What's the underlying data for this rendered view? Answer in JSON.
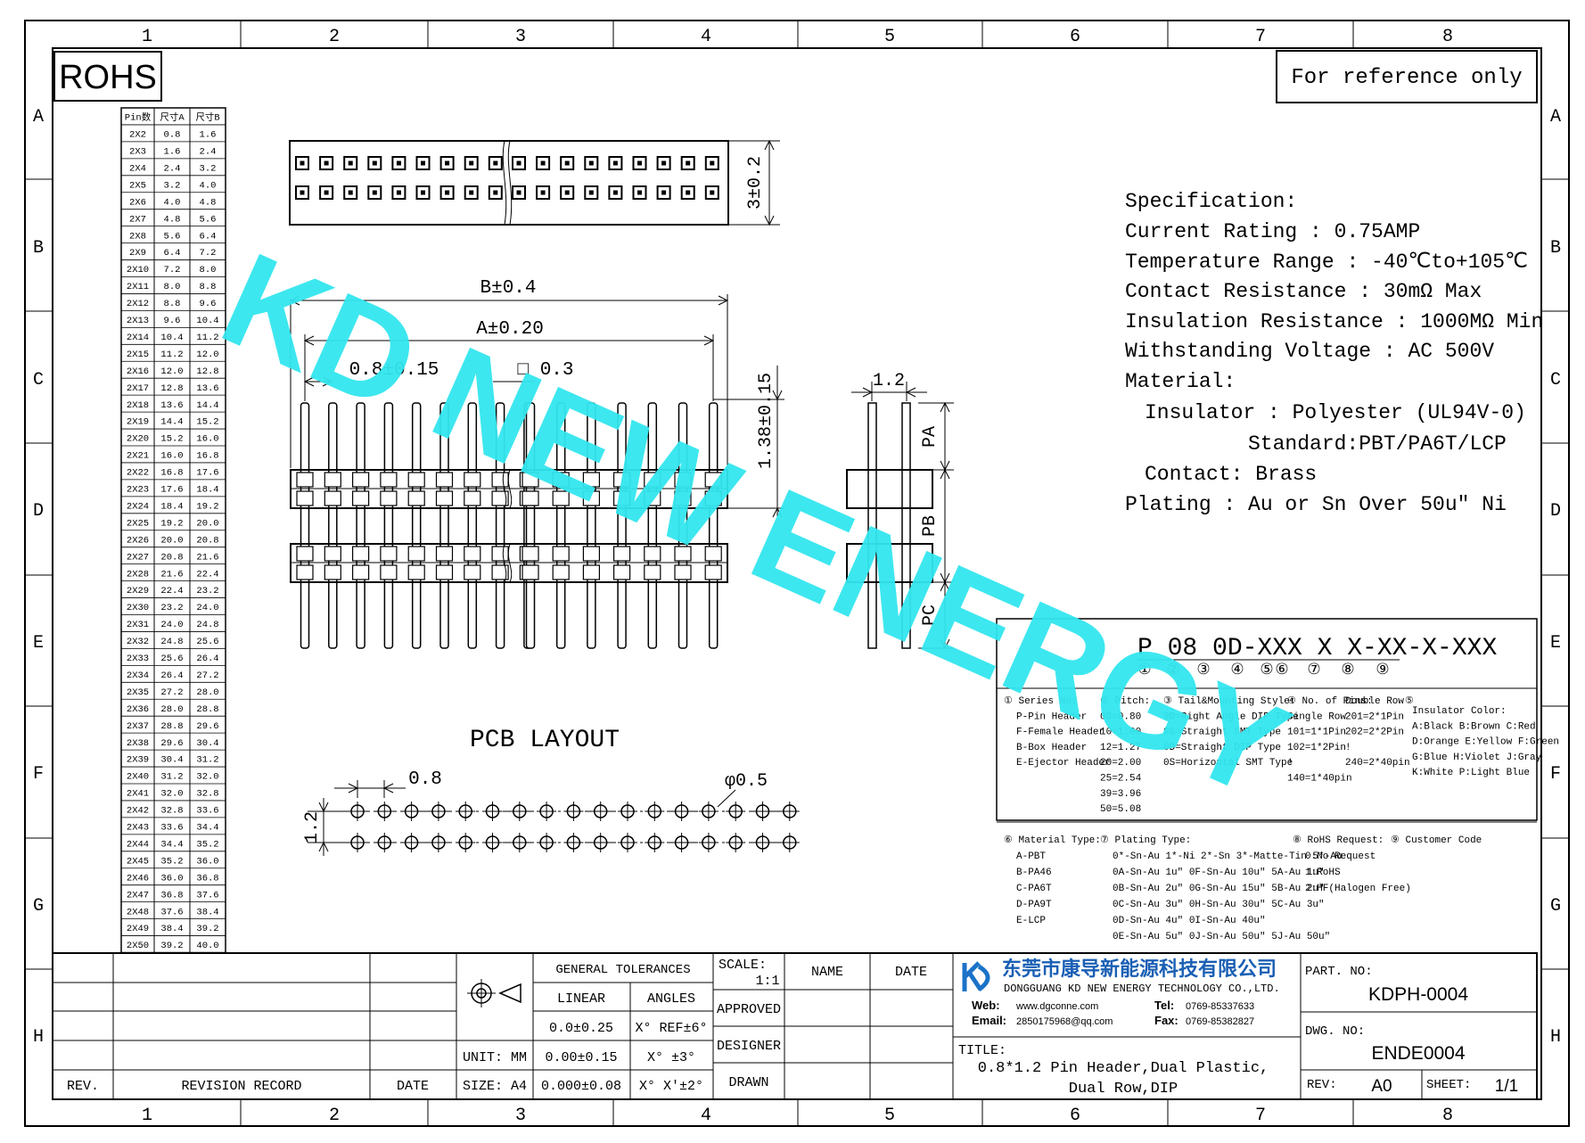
{
  "zone_columns": [
    "1",
    "2",
    "3",
    "4",
    "5",
    "6",
    "7",
    "8"
  ],
  "zone_rows": [
    "A",
    "B",
    "C",
    "D",
    "E",
    "F",
    "G",
    "H"
  ],
  "rohs_label": "ROHS",
  "reference_label": "For reference only",
  "watermark": "KD NEW ENERGY",
  "pin_table": {
    "headers": [
      "Pin数",
      "尺寸A",
      "尺寸B"
    ],
    "rows": [
      [
        "2X2",
        "0.8",
        "1.6"
      ],
      [
        "2X3",
        "1.6",
        "2.4"
      ],
      [
        "2X4",
        "2.4",
        "3.2"
      ],
      [
        "2X5",
        "3.2",
        "4.0"
      ],
      [
        "2X6",
        "4.0",
        "4.8"
      ],
      [
        "2X7",
        "4.8",
        "5.6"
      ],
      [
        "2X8",
        "5.6",
        "6.4"
      ],
      [
        "2X9",
        "6.4",
        "7.2"
      ],
      [
        "2X10",
        "7.2",
        "8.0"
      ],
      [
        "2X11",
        "8.0",
        "8.8"
      ],
      [
        "2X12",
        "8.8",
        "9.6"
      ],
      [
        "2X13",
        "9.6",
        "10.4"
      ],
      [
        "2X14",
        "10.4",
        "11.2"
      ],
      [
        "2X15",
        "11.2",
        "12.0"
      ],
      [
        "2X16",
        "12.0",
        "12.8"
      ],
      [
        "2X17",
        "12.8",
        "13.6"
      ],
      [
        "2X18",
        "13.6",
        "14.4"
      ],
      [
        "2X19",
        "14.4",
        "15.2"
      ],
      [
        "2X20",
        "15.2",
        "16.0"
      ],
      [
        "2X21",
        "16.0",
        "16.8"
      ],
      [
        "2X22",
        "16.8",
        "17.6"
      ],
      [
        "2X23",
        "17.6",
        "18.4"
      ],
      [
        "2X24",
        "18.4",
        "19.2"
      ],
      [
        "2X25",
        "19.2",
        "20.0"
      ],
      [
        "2X26",
        "20.0",
        "20.8"
      ],
      [
        "2X27",
        "20.8",
        "21.6"
      ],
      [
        "2X28",
        "21.6",
        "22.4"
      ],
      [
        "2X29",
        "22.4",
        "23.2"
      ],
      [
        "2X30",
        "23.2",
        "24.0"
      ],
      [
        "2X31",
        "24.0",
        "24.8"
      ],
      [
        "2X32",
        "24.8",
        "25.6"
      ],
      [
        "2X33",
        "25.6",
        "26.4"
      ],
      [
        "2X34",
        "26.4",
        "27.2"
      ],
      [
        "2X35",
        "27.2",
        "28.0"
      ],
      [
        "2X36",
        "28.0",
        "28.8"
      ],
      [
        "2X37",
        "28.8",
        "29.6"
      ],
      [
        "2X38",
        "29.6",
        "30.4"
      ],
      [
        "2X39",
        "30.4",
        "31.2"
      ],
      [
        "2X40",
        "31.2",
        "32.0"
      ],
      [
        "2X41",
        "32.0",
        "32.8"
      ],
      [
        "2X42",
        "32.8",
        "33.6"
      ],
      [
        "2X43",
        "33.6",
        "34.4"
      ],
      [
        "2X44",
        "34.4",
        "35.2"
      ],
      [
        "2X45",
        "35.2",
        "36.0"
      ],
      [
        "2X46",
        "36.0",
        "36.8"
      ],
      [
        "2X47",
        "36.8",
        "37.6"
      ],
      [
        "2X48",
        "37.6",
        "38.4"
      ],
      [
        "2X49",
        "38.4",
        "39.2"
      ],
      [
        "2X50",
        "39.2",
        "40.0"
      ]
    ]
  },
  "dimensions": {
    "height_top": "3±0.2",
    "b_len": "B±0.4",
    "a_len": "A±0.20",
    "pitch": "0.8±0.15",
    "pin_sq": "□ 0.3",
    "pin_h": "1.38±0.15",
    "side_pitch": "1.2",
    "pa": "PA",
    "pb": "PB",
    "pc": "PC"
  },
  "pcb": {
    "title": "PCB LAYOUT",
    "pitch": "0.8",
    "row_pitch": "1.2",
    "hole": "φ0.5"
  },
  "spec": {
    "lines": [
      "Specification:",
      "Current Rating : 0.75AMP",
      "Temperature Range : -40℃to+105℃",
      "Contact Resistance : 30mΩ Max",
      "Insulation Resistance : 1000MΩ Min",
      "Withstanding Voltage : AC 500V",
      "Material:",
      "Insulator : Polyester (UL94V-0)",
      "Standard:PBT/PA6T/LCP",
      "Contact: Brass",
      "Plating : Au or Sn Over 50u\" Ni"
    ]
  },
  "part_code": {
    "code": "P 08 0D-XXX X X-XX-X-XXX",
    "markers": [
      "①",
      "②",
      "③",
      "④",
      "⑤",
      "⑥",
      "⑦",
      "⑧",
      "⑨"
    ],
    "block1": [
      [
        "① Series No:",
        "P-Pin Header",
        "F-Female Header",
        "B-Box Header",
        "E-Ejector Header"
      ],
      [
        "② Pitch:",
        "08=0.80",
        "10=1.00",
        "12=1.27",
        "20=2.00",
        "25=2.54",
        "39=3.96",
        "50=5.08"
      ],
      [
        "③ Tail&Mounting Style:",
        "9D=Right Angle DIP Type",
        "9S=Straight SMT Type",
        "0D=Straight DIP Type",
        "0S=Horizontal SMT Type"
      ],
      [
        "④ No. of Pins:",
        "Single Row",
        "101=1*1Pin",
        "102=1*2Pin",
        "!",
        "140=1*40pin"
      ],
      [
        "Double Row",
        "201=2*1Pin",
        "202=2*2Pin",
        "!",
        "240=2*40pin"
      ],
      [
        "⑤",
        "Insulator Color:",
        "A:Black B:Brown C:Red",
        "D:Orange E:Yellow F:Green",
        "G:Blue H:Violet J:Gray",
        "K:White P:Light Blue"
      ]
    ],
    "block2": [
      [
        "⑥ Material Type:",
        "A-PBT",
        "B-PA46",
        "C-PA6T",
        "D-PA9T",
        "E-LCP"
      ],
      [
        "⑦ Plating Type:",
        "0*-Sn-Au 1*-Ni 2*-Sn 3*-Matte-Tin 5*-Au",
        "0A-Sn-Au 1u\" 0F-Sn-Au 10u\" 5A-Au 1u\"",
        "0B-Sn-Au 2u\" 0G-Sn-Au 15u\" 5B-Au 2u\"",
        "0C-Sn-Au 3u\" 0H-Sn-Au 30u\" 5C-Au 3u\"",
        "0D-Sn-Au 4u\" 0I-Sn-Au 40u\"",
        "0E-Sn-Au 5u\" 0J-Sn-Au 50u\" 5J-Au 50u\""
      ],
      [
        "⑧ RoHS Request:",
        "0:No Request",
        "1:RoHS",
        "2:HF(Halogen Free)"
      ],
      [
        "⑨ Customer Code"
      ]
    ]
  },
  "title_block": {
    "rev_label": "REV.",
    "revision_record": "REVISION RECORD",
    "date_label": "DATE",
    "general_tolerances": "GENERAL TOLERANCES",
    "linear": "LINEAR",
    "angles": "ANGLES",
    "tol_lin_1": "0.0±0.25",
    "tol_lin_2": "0.00±0.15",
    "tol_lin_3": "0.000±0.08",
    "tol_ang_1": "X° REF±6°",
    "tol_ang_2": "X° ±3°",
    "tol_ang_3": "X° X'±2°",
    "unit": "UNIT: MM",
    "size": "SIZE: A4",
    "scale_label": "SCALE:",
    "scale_value": "1:1",
    "name": "NAME",
    "date": "DATE",
    "approved": "APPROVED",
    "designer": "DESIGNER",
    "drawn": "DRAWN",
    "company_cn": "东莞市康导新能源科技有限公司",
    "company_en": "DONGGUANG KD NEW ENERGY TECHNOLOGY CO.,LTD.",
    "web_label": "Web:",
    "web": "www.dgconne.com",
    "tel_label": "Tel:",
    "tel": "0769-85337633",
    "email_label": "Email:",
    "email": "2850175968@qq.com",
    "fax_label": "Fax:",
    "fax": "0769-85382827",
    "title_label": "TITLE:",
    "title_line1": "0.8*1.2 Pin Header,Dual Plastic,",
    "title_line2": "Dual Row,DIP",
    "part_no_label": "PART. NO:",
    "part_no": "KDPH-0004",
    "dwg_no_label": "DWG. NO:",
    "dwg_no": "ENDE0004",
    "rev2_label": "REV:",
    "rev_value": "A0",
    "sheet_label": "SHEET:",
    "sheet_value": "1/1"
  }
}
